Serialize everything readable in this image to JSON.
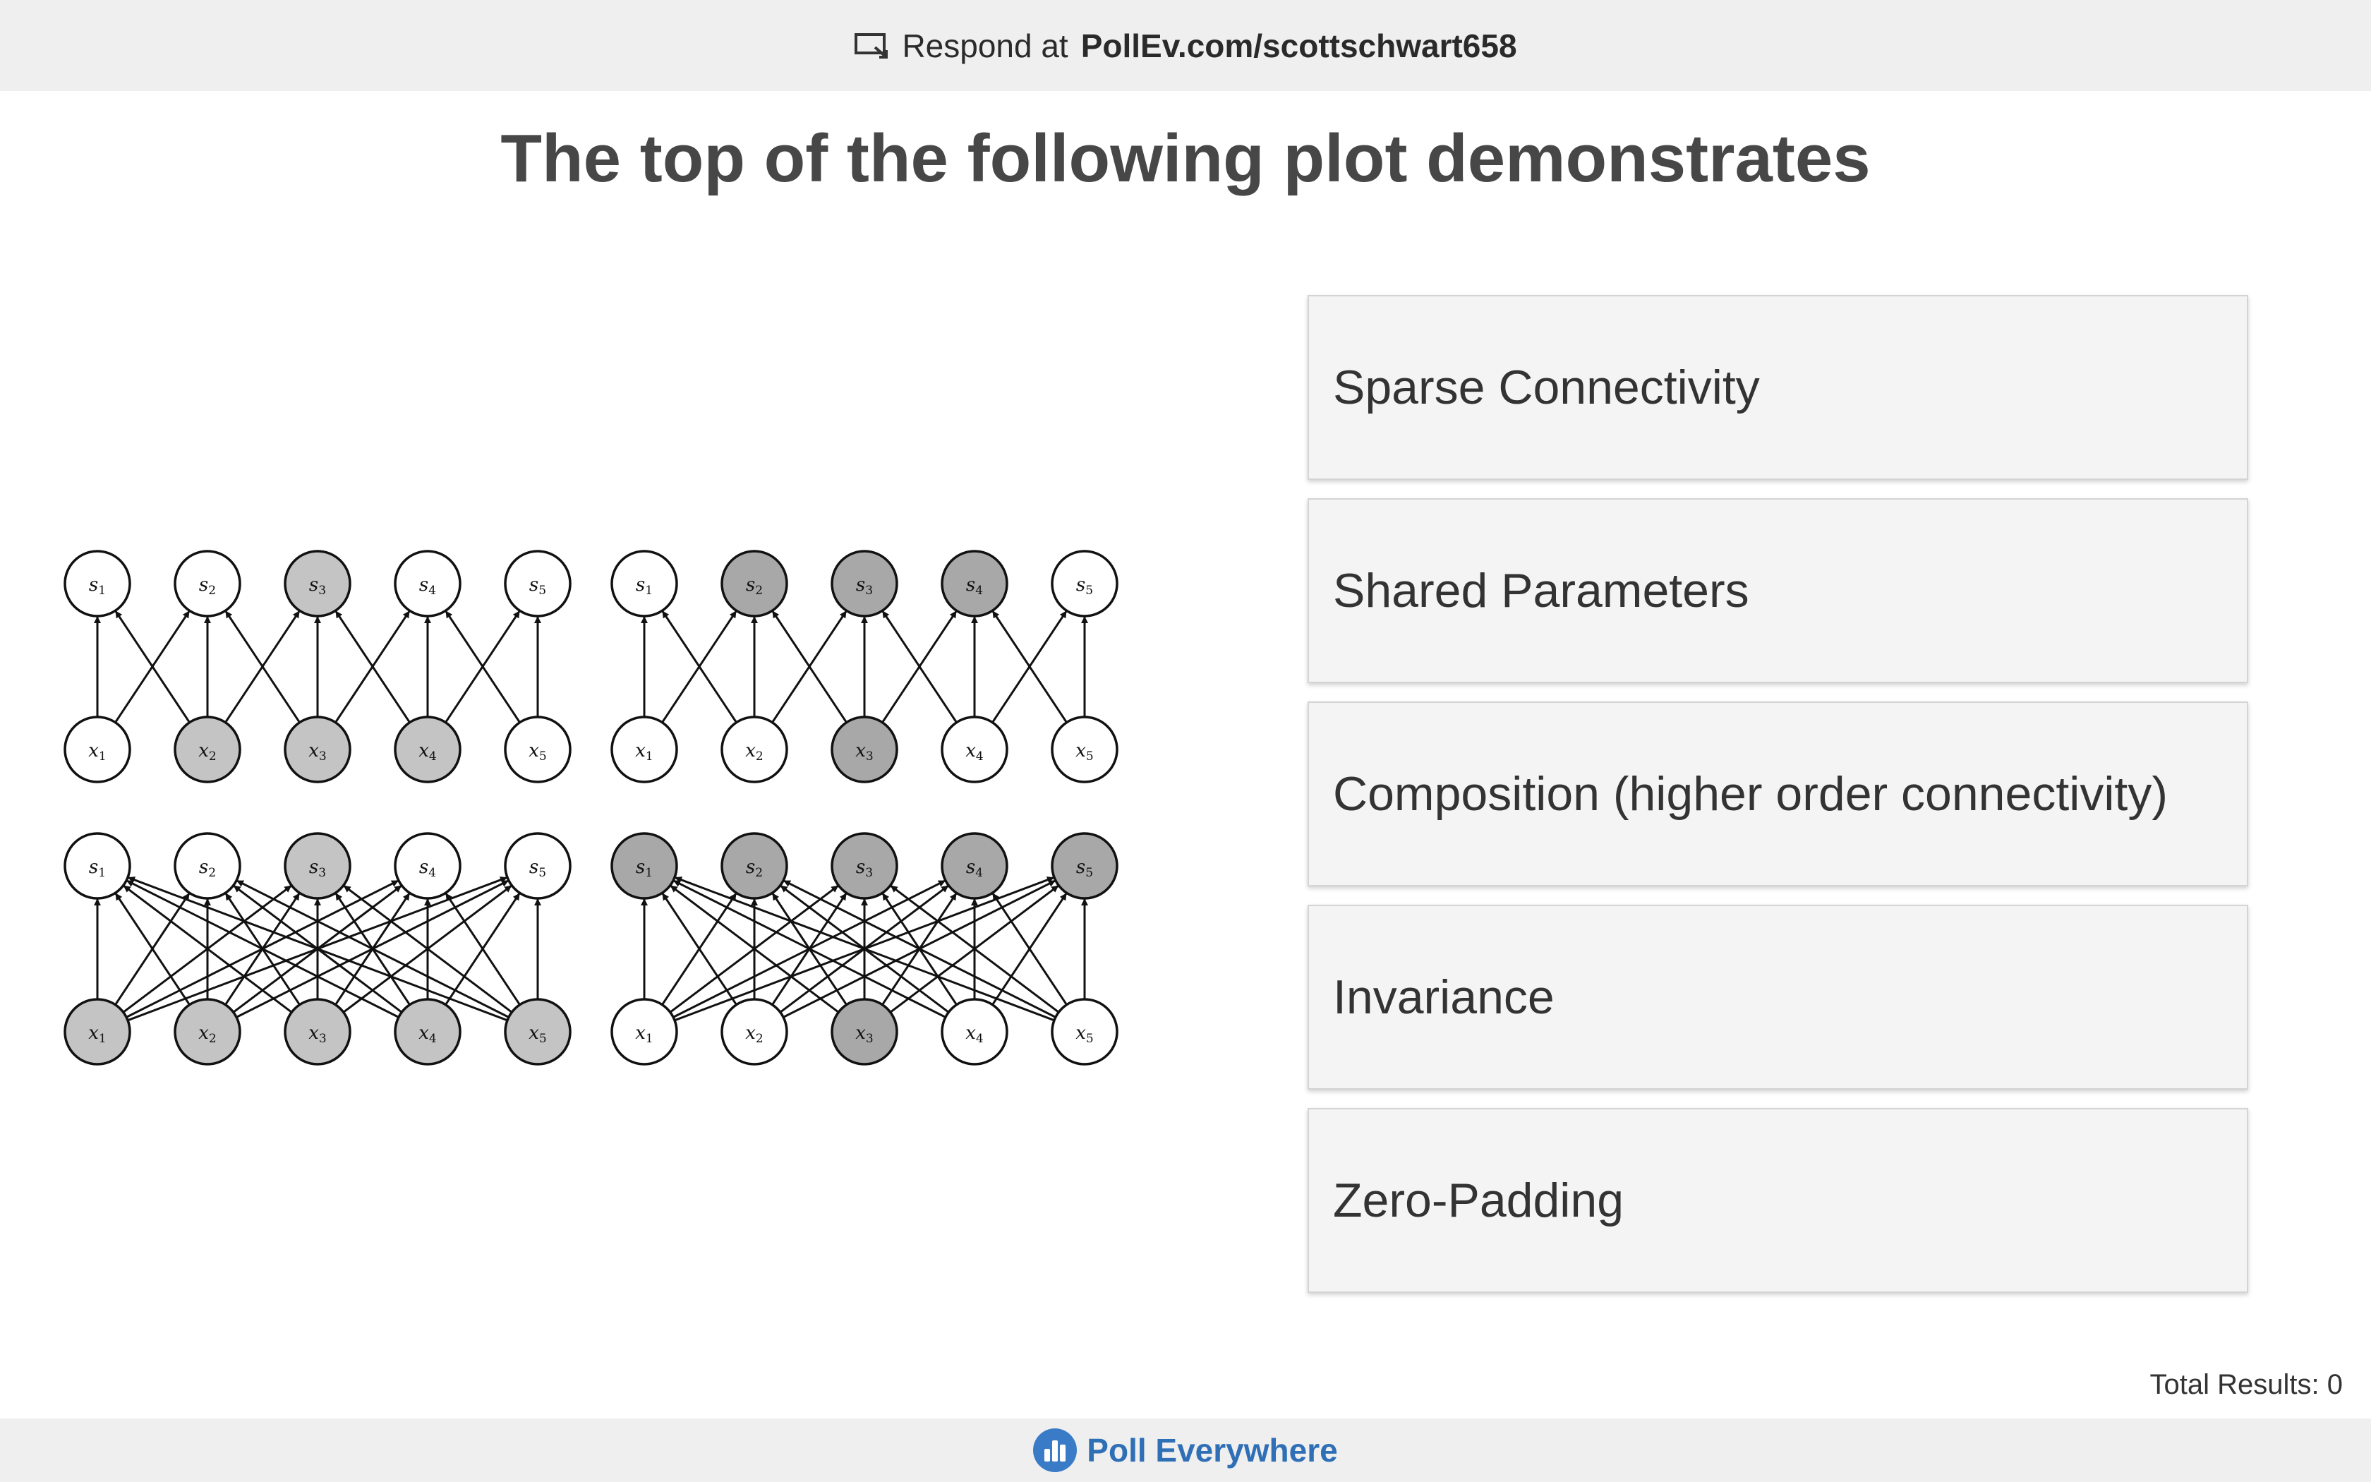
{
  "header": {
    "respond_prefix": "Respond at",
    "respond_url": "PollEv.com/scottschwart658",
    "icon": "presentation-screen-icon"
  },
  "question": {
    "title": "The top of the following plot demonstrates"
  },
  "options": [
    {
      "label": "Sparse Connectivity"
    },
    {
      "label": "Shared Parameters"
    },
    {
      "label": "Composition (higher order connectivity)"
    },
    {
      "label": "Invariance"
    },
    {
      "label": "Zero-Padding"
    }
  ],
  "results": {
    "total_label": "Total Results: 0"
  },
  "footer": {
    "brand": "Poll Everywhere",
    "icon": "poll-everywhere-logo-icon"
  },
  "figure": {
    "panels": [
      {
        "name": "sparse-input-view",
        "connectivity": "sparse",
        "shaded_s": [
          3
        ],
        "shaded_x": [
          2,
          3,
          4
        ],
        "shade": "#c4c4c4"
      },
      {
        "name": "sparse-output-view",
        "connectivity": "sparse",
        "shaded_s": [
          2,
          3,
          4
        ],
        "shaded_x": [
          3
        ],
        "shade": "#a8a8a8"
      },
      {
        "name": "dense-input-view",
        "connectivity": "dense",
        "shaded_s": [
          3
        ],
        "shaded_x": [
          1,
          2,
          3,
          4,
          5
        ],
        "shade": "#c4c4c4"
      },
      {
        "name": "dense-output-view",
        "connectivity": "dense",
        "shaded_s": [
          1,
          2,
          3,
          4,
          5
        ],
        "shaded_x": [
          3
        ],
        "shade": "#a8a8a8"
      }
    ],
    "s_labels": [
      "s1",
      "s2",
      "s3",
      "s4",
      "s5"
    ],
    "x_labels": [
      "x1",
      "x2",
      "x3",
      "x4",
      "x5"
    ]
  }
}
